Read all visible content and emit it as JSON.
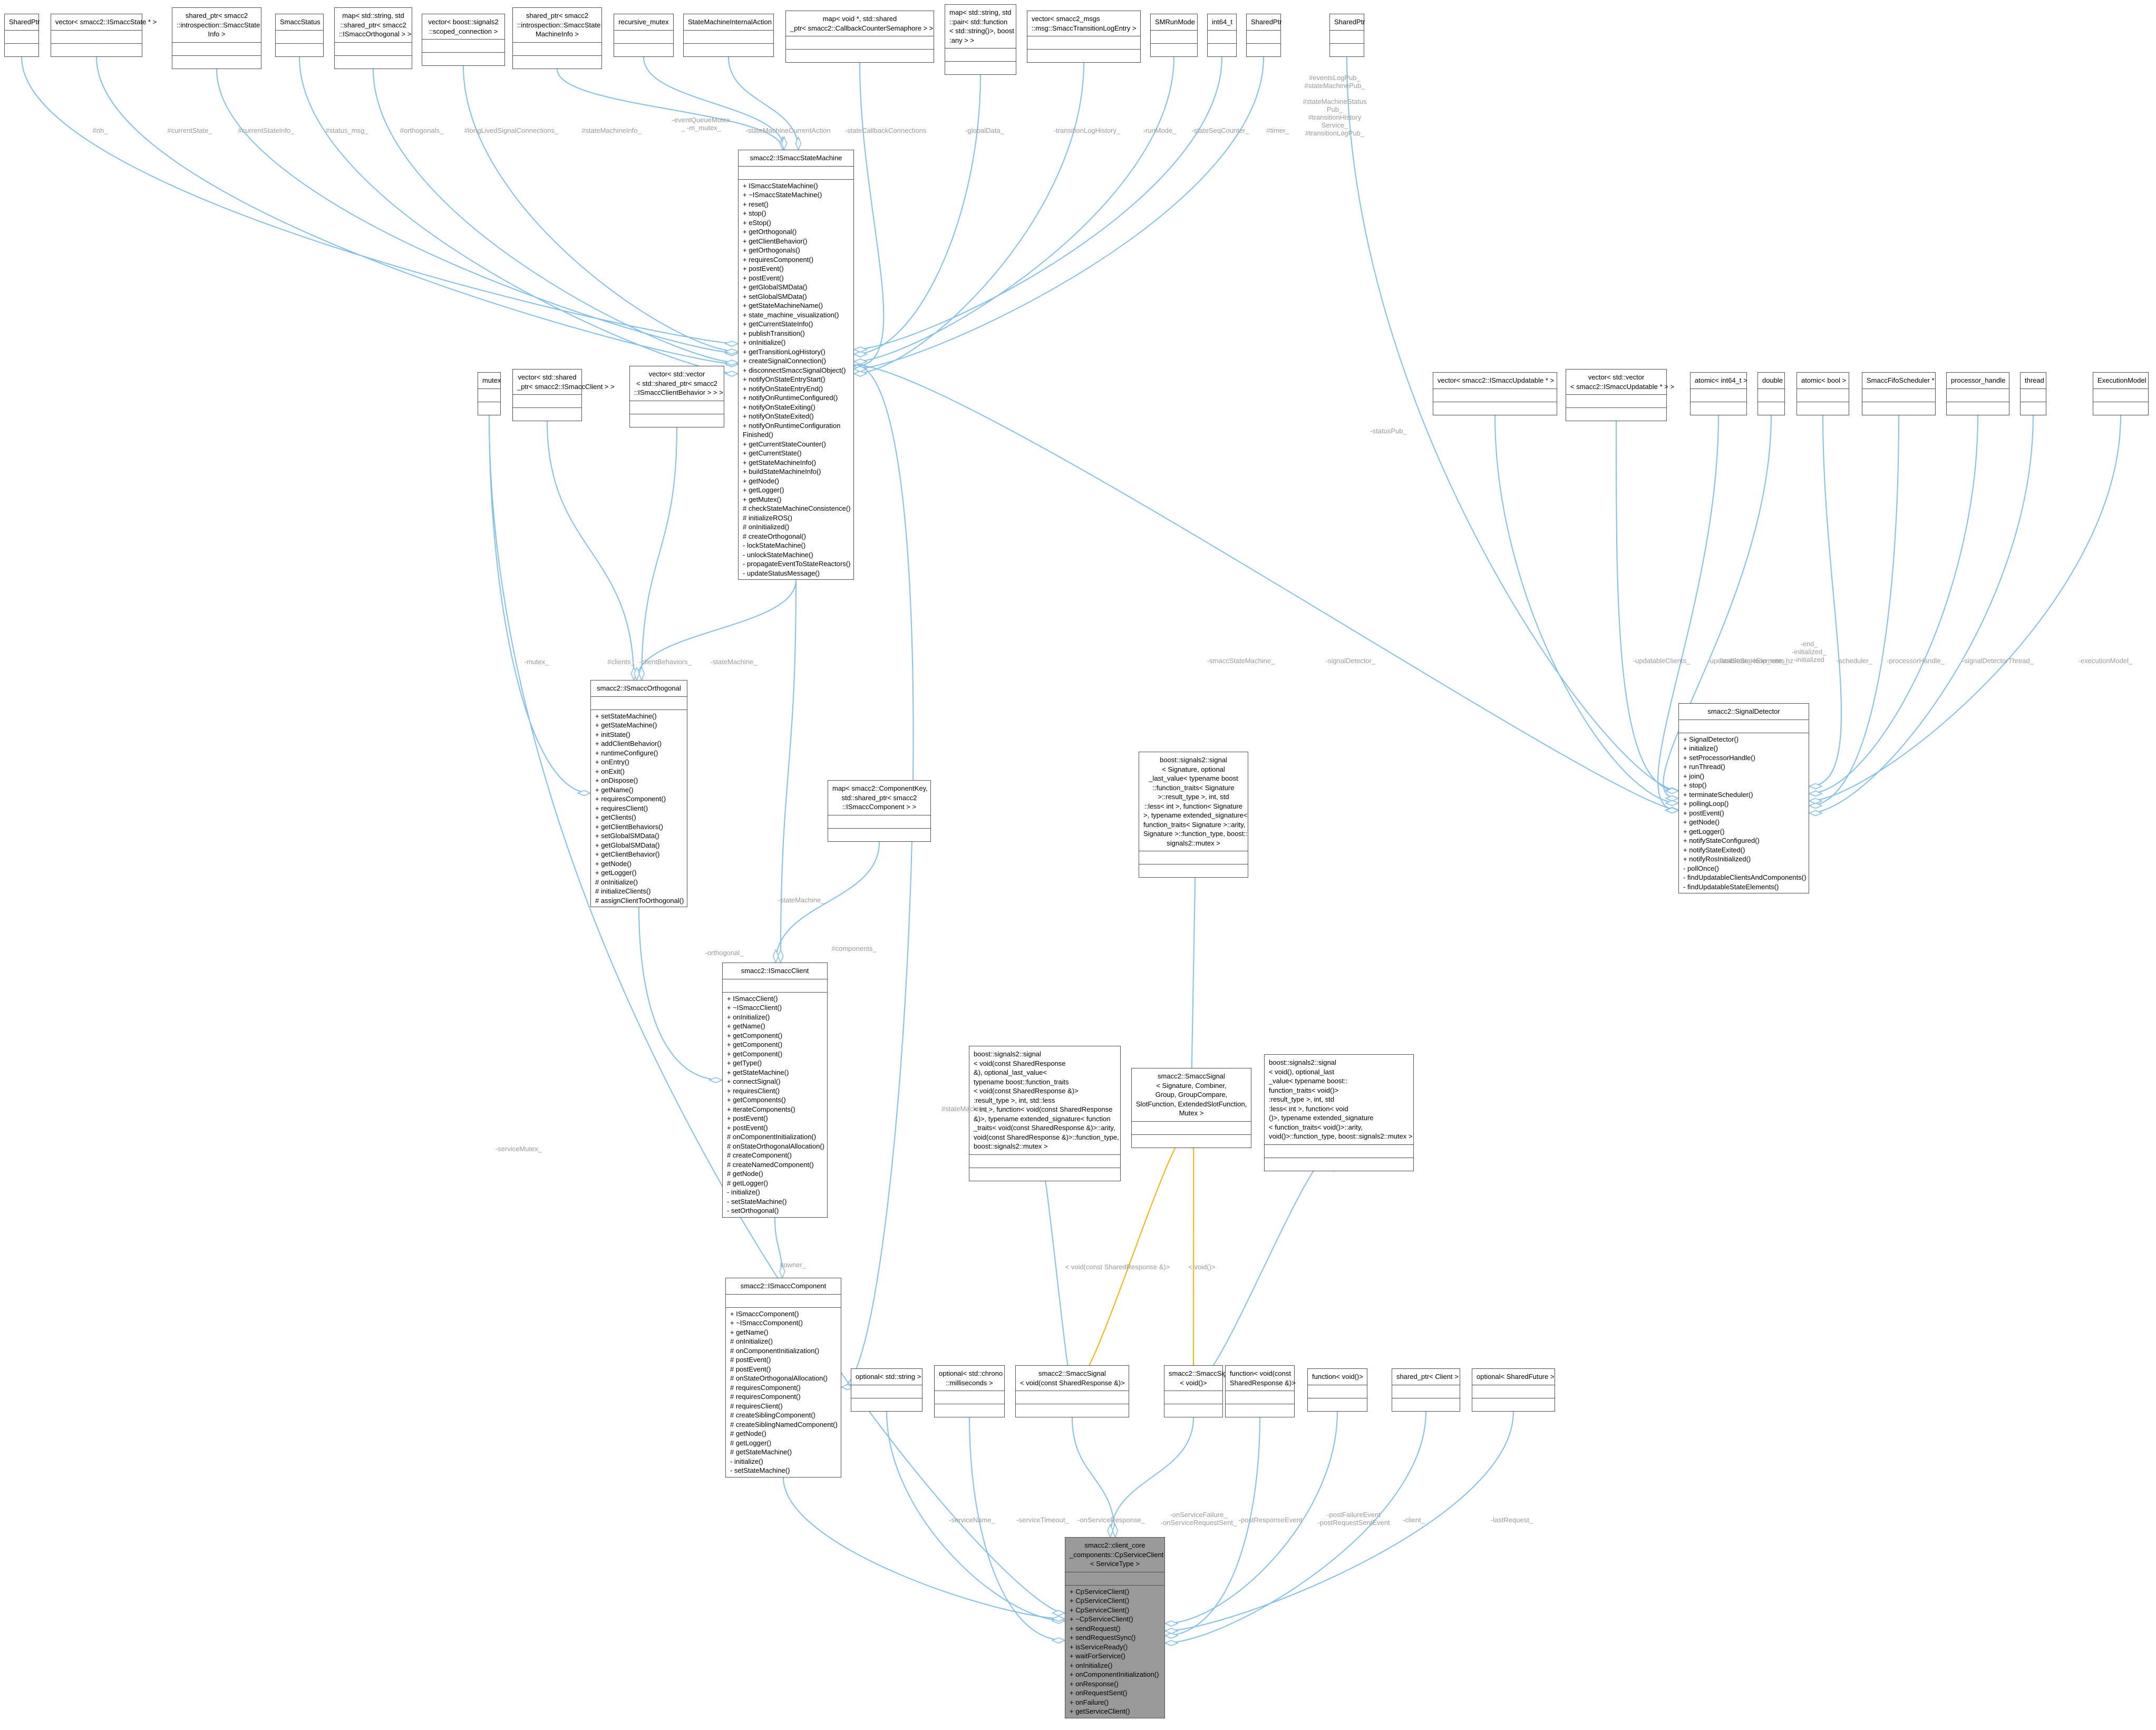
{
  "nodes": [
    {
      "id": "sp1",
      "title": [
        "SharedPtr"
      ],
      "attrs": [],
      "methods": []
    },
    {
      "id": "vecState",
      "title": [
        "vector< smacc2::ISmaccState * >"
      ],
      "attrs": [],
      "methods": []
    },
    {
      "id": "spStateInfo",
      "title": [
        "shared_ptr< smacc2",
        "::introspection::SmaccState",
        "Info >"
      ],
      "attrs": [],
      "methods": []
    },
    {
      "id": "status",
      "title": [
        "SmaccStatus"
      ],
      "attrs": [],
      "methods": []
    },
    {
      "id": "mapOrth",
      "title": [
        "map< std::string, std",
        "::shared_ptr< smacc2",
        "::ISmaccOrthogonal > >"
      ],
      "attrs": [],
      "methods": []
    },
    {
      "id": "vecConn",
      "title": [
        "vector< boost::signals2",
        "::scoped_connection >"
      ],
      "attrs": [],
      "methods": []
    },
    {
      "id": "spSMInfo",
      "title": [
        "shared_ptr< smacc2",
        "::introspection::SmaccState",
        "MachineInfo >"
      ],
      "attrs": [],
      "methods": []
    },
    {
      "id": "recMutex",
      "title": [
        "recursive_mutex"
      ],
      "attrs": [],
      "methods": []
    },
    {
      "id": "smInternal",
      "title": [
        "StateMachineInternalAction"
      ],
      "attrs": [],
      "methods": []
    },
    {
      "id": "mapSem",
      "title": [
        "map< void *, std::shared",
        "_ptr< smacc2::CallbackCounterSemaphore > >"
      ],
      "attrs": [],
      "methods": []
    },
    {
      "id": "mapGlobal",
      "title": [
        "map< std::string, std",
        "::pair< std::function",
        "< std::string()>, boost",
        ":any > >"
      ],
      "attrs": [],
      "methods": []
    },
    {
      "id": "vecLog",
      "title": [
        "vector< smacc2_msgs",
        "::msg::SmaccTransitionLogEntry >"
      ],
      "attrs": [],
      "methods": []
    },
    {
      "id": "runMode",
      "title": [
        "SMRunMode"
      ],
      "attrs": [],
      "methods": []
    },
    {
      "id": "int64a",
      "title": [
        "int64_t"
      ],
      "attrs": [],
      "methods": []
    },
    {
      "id": "sp2",
      "title": [
        "SharedPtr"
      ],
      "attrs": [],
      "methods": []
    },
    {
      "id": "sp3",
      "title": [
        "SharedPtr"
      ],
      "attrs": [],
      "methods": []
    },
    {
      "id": "sm",
      "title": [
        "smacc2::ISmaccStateMachine"
      ],
      "attrs": [],
      "methods": [
        "+ ISmaccStateMachine()",
        "+ ~ISmaccStateMachine()",
        "+ reset()",
        "+ stop()",
        "+ eStop()",
        "+ getOrthogonal()",
        "+ getClientBehavior()",
        "+ getOrthogonals()",
        "+ requiresComponent()",
        "+ postEvent()",
        "+ postEvent()",
        "+ getGlobalSMData()",
        "+ setGlobalSMData()",
        "+ getStateMachineName()",
        "+ state_machine_visualization()",
        "+ getCurrentStateInfo()",
        "+ publishTransition()",
        "+ onInitialize()",
        "+ getTransitionLogHistory()",
        "+ createSignalConnection()",
        "+ disconnectSmaccSignalObject()",
        "+ notifyOnStateEntryStart()",
        "+ notifyOnStateEntryEnd()",
        "+ notifyOnRuntimeConfigured()",
        "+ notifyOnStateExiting()",
        "+ notifyOnStateExited()",
        "+ notifyOnRuntimeConfiguration",
        "   Finished()",
        "+ getCurrentStateCounter()",
        "+ getCurrentState()",
        "+ getStateMachineInfo()",
        "+ buildStateMachineInfo()",
        "+ getNode()",
        "+ getLogger()",
        "+ getMutex()",
        "# checkStateMachineConsistence()",
        "# initializeROS()",
        "# onInitialized()",
        "# createOrthogonal()",
        "- lockStateMachine()",
        "- unlockStateMachine()",
        "- propagateEventToStateReactors()",
        "- updateStatusMessage()"
      ]
    },
    {
      "id": "mutex",
      "title": [
        "mutex"
      ],
      "attrs": [],
      "methods": []
    },
    {
      "id": "vecClient",
      "title": [
        "vector< std::shared",
        "_ptr< smacc2::ISmaccClient > >"
      ],
      "attrs": [],
      "methods": []
    },
    {
      "id": "vecBehav",
      "title": [
        "vector< std::vector",
        "< std::shared_ptr< smacc2",
        "::ISmaccClientBehavior > > >"
      ],
      "attrs": [],
      "methods": []
    },
    {
      "id": "orth",
      "title": [
        "smacc2::ISmaccOrthogonal"
      ],
      "attrs": [],
      "methods": [
        "+ setStateMachine()",
        "+ getStateMachine()",
        "+ initState()",
        "+ addClientBehavior()",
        "+ runtimeConfigure()",
        "+ onEntry()",
        "+ onExit()",
        "+ onDispose()",
        "+ getName()",
        "+ requiresComponent()",
        "+ requiresClient()",
        "+ getClients()",
        "+ getClientBehaviors()",
        "+ setGlobalSMData()",
        "+ getGlobalSMData()",
        "+ getClientBehavior()",
        "+ getNode()",
        "+ getLogger()",
        "# onInitialize()",
        "# initializeClients()",
        "# assignClientToOrthogonal()"
      ]
    },
    {
      "id": "mapComp",
      "title": [
        "map< smacc2::ComponentKey,",
        "std::shared_ptr< smacc2",
        "::ISmaccComponent > >"
      ],
      "attrs": [],
      "methods": []
    },
    {
      "id": "client",
      "title": [
        "smacc2::ISmaccClient"
      ],
      "attrs": [],
      "methods": [
        "+ ISmaccClient()",
        "+ ~ISmaccClient()",
        "+ onInitialize()",
        "+ getName()",
        "+ getComponent()",
        "+ getComponent()",
        "+ getComponent()",
        "+ getType()",
        "+ getStateMachine()",
        "+ connectSignal()",
        "+ requiresClient()",
        "+ getComponents()",
        "+ iterateComponents()",
        "+ postEvent()",
        "+ postEvent()",
        "# onComponentInitialization()",
        "# onStateOrthogonalAllocation()",
        "# createComponent()",
        "# createNamedComponent()",
        "# getNode()",
        "# getLogger()",
        "- initialize()",
        "- setStateMachine()",
        "- setOrthogonal()"
      ]
    },
    {
      "id": "comp",
      "title": [
        "smacc2::ISmaccComponent"
      ],
      "attrs": [],
      "methods": [
        "+ ISmaccComponent()",
        "+ ~ISmaccComponent()",
        "+ getName()",
        "# onInitialize()",
        "# onComponentInitialization()",
        "# postEvent()",
        "# postEvent()",
        "# onStateOrthogonalAllocation()",
        "# requiresComponent()",
        "# requiresComponent()",
        "# requiresClient()",
        "# createSiblingComponent()",
        "# createSiblingNamedComponent()",
        "# getNode()",
        "# getLogger()",
        "# getStateMachine()",
        "- initialize()",
        "- setStateMachine()"
      ]
    },
    {
      "id": "sigBoost1",
      "title": [
        "boost::signals2::signal",
        "< Signature, optional",
        "_last_value< typename boost",
        "::function_traits< Signature",
        ">::result_type >, int, std",
        "::less< int >, function< Signature",
        ">, typename extended_signature<",
        "function_traits< Signature >::arity,",
        "Signature >::function_type, boost::",
        "signals2::mutex >"
      ],
      "attrs": [],
      "methods": []
    },
    {
      "id": "vecUpd",
      "title": [
        "vector< smacc2::ISmaccUpdatable * >"
      ],
      "attrs": [],
      "methods": []
    },
    {
      "id": "vecVecUpd",
      "title": [
        "vector< std::vector",
        "< smacc2::ISmaccUpdatable * > >"
      ],
      "attrs": [],
      "methods": []
    },
    {
      "id": "atomInt",
      "title": [
        "atomic< int64_t >"
      ],
      "attrs": [],
      "methods": []
    },
    {
      "id": "double",
      "title": [
        "double"
      ],
      "attrs": [],
      "methods": []
    },
    {
      "id": "atomBool",
      "title": [
        "atomic< bool >"
      ],
      "attrs": [],
      "methods": []
    },
    {
      "id": "fifo",
      "title": [
        "SmaccFifoScheduler *"
      ],
      "attrs": [],
      "methods": []
    },
    {
      "id": "procH",
      "title": [
        "processor_handle"
      ],
      "attrs": [],
      "methods": []
    },
    {
      "id": "thread",
      "title": [
        "thread"
      ],
      "attrs": [],
      "methods": []
    },
    {
      "id": "execModel",
      "title": [
        "ExecutionModel"
      ],
      "attrs": [],
      "methods": []
    },
    {
      "id": "detector",
      "title": [
        "smacc2::SignalDetector"
      ],
      "attrs": [],
      "methods": [
        "+ SignalDetector()",
        "+ initialize()",
        "+ setProcessorHandle()",
        "+ runThread()",
        "+ join()",
        "+ stop()",
        "+ terminateScheduler()",
        "+ pollingLoop()",
        "+ postEvent()",
        "+ getNode()",
        "+ getLogger()",
        "+ notifyStateConfigured()",
        "+ notifyStateExited()",
        "+ notifyRosInitialized()",
        "- pollOnce()",
        "- findUpdatableClientsAndComponents()",
        "- findUpdatableStateElements()"
      ]
    },
    {
      "id": "sigBoost2",
      "title": [
        "boost::signals2::signal",
        "< void(const SharedResponse",
        "&), optional_last_value<",
        "typename boost::function_traits",
        "< void(const SharedResponse &)>",
        ":result_type >, int, std::less",
        "< int >, function< void(const SharedResponse",
        "&)>, typename extended_signature< function",
        "_traits< void(const SharedResponse &)>::arity,",
        "void(const SharedResponse &)>::function_type,",
        "boost::signals2::mutex >"
      ],
      "attrs": [],
      "methods": []
    },
    {
      "id": "smaccSig",
      "title": [
        "smacc2::SmaccSignal",
        "< Signature, Combiner,",
        "Group, GroupCompare,",
        "SlotFunction, ExtendedSlotFunction,",
        "Mutex >"
      ],
      "attrs": [],
      "methods": []
    },
    {
      "id": "sigBoost3",
      "title": [
        "boost::signals2::signal",
        "< void(), optional_last",
        "_value< typename boost::",
        "function_traits< void()>",
        ":result_type >, int, std",
        ":less< int >, function< void",
        "()>, typename extended_signature",
        "< function_traits< void()>::arity,",
        "void()>::function_type, boost::signals2::mutex >"
      ],
      "attrs": [],
      "methods": []
    },
    {
      "id": "optStr",
      "title": [
        "optional< std::string >"
      ],
      "attrs": [],
      "methods": []
    },
    {
      "id": "optMs",
      "title": [
        "optional< std::chrono",
        "::milliseconds >"
      ],
      "attrs": [],
      "methods": []
    },
    {
      "id": "sigResp",
      "title": [
        "smacc2::SmaccSignal",
        "< void(const SharedResponse &)>"
      ],
      "attrs": [],
      "methods": []
    },
    {
      "id": "sigVoid",
      "title": [
        "smacc2::SmaccSignal",
        "< void()>"
      ],
      "attrs": [],
      "methods": []
    },
    {
      "id": "funcResp",
      "title": [
        "function< void(const",
        "SharedResponse &)>"
      ],
      "attrs": [],
      "methods": []
    },
    {
      "id": "funcVoid",
      "title": [
        "function< void()>"
      ],
      "attrs": [],
      "methods": []
    },
    {
      "id": "spClient",
      "title": [
        "shared_ptr< Client >"
      ],
      "attrs": [],
      "methods": []
    },
    {
      "id": "optFut",
      "title": [
        "optional< SharedFuture >"
      ],
      "attrs": [],
      "methods": []
    },
    {
      "id": "cp",
      "title": [
        "smacc2::client_core",
        "_components::CpServiceClient",
        "< ServiceType >"
      ],
      "attrs": [],
      "methods": [
        "+ CpServiceClient()",
        "+ CpServiceClient()",
        "+ CpServiceClient()",
        "+ ~CpServiceClient()",
        "+ sendRequest()",
        "+ sendRequestSync()",
        "+ isServiceReady()",
        "+ waitForService()",
        "+ onInitialize()",
        "+ onComponentInitialization()",
        "+ onResponse()",
        "+ onRequestSent()",
        "+ onFailure()",
        "+ getServiceClient()"
      ]
    }
  ],
  "edge_labels": [
    {
      "id": "l_sp1",
      "lines": [
        "#nh_"
      ]
    },
    {
      "id": "l_vecState",
      "lines": [
        "#currentState_"
      ]
    },
    {
      "id": "l_spStateInfo",
      "lines": [
        "#currentStateInfo_"
      ]
    },
    {
      "id": "l_status",
      "lines": [
        "#status_msg_"
      ]
    },
    {
      "id": "l_mapOrth",
      "lines": [
        "#orthogonals_"
      ]
    },
    {
      "id": "l_vecConn",
      "lines": [
        "#longLivedSignalConnections_"
      ]
    },
    {
      "id": "l_spSMInfo",
      "lines": [
        "#stateMachineInfo_"
      ]
    },
    {
      "id": "l_recMutex",
      "lines": [
        "-eventQueueMutex",
        "_ -m_mutex_"
      ]
    },
    {
      "id": "l_smInternal",
      "lines": [
        "-stateMachineCurrentAction"
      ]
    },
    {
      "id": "l_mapSem",
      "lines": [
        "-stateCallbackConnections"
      ]
    },
    {
      "id": "l_mapGlobal",
      "lines": [
        "-globalData_"
      ]
    },
    {
      "id": "l_vecLog",
      "lines": [
        "-transitionLogHistory_"
      ]
    },
    {
      "id": "l_runMode",
      "lines": [
        "-runMode_"
      ]
    },
    {
      "id": "l_int64a",
      "lines": [
        "-stateSeqCounter_"
      ]
    },
    {
      "id": "l_sp2",
      "lines": [
        "#timer_"
      ]
    },
    {
      "id": "l_sp3",
      "lines": [
        "#eventsLogPub_",
        "#stateMachinePub_",
        "",
        "#stateMachineStatus",
        "Pub_",
        "#transitionHistory",
        "Service_",
        "#transitionLogPub_"
      ]
    },
    {
      "id": "l_statusPub",
      "lines": [
        "-statusPub_"
      ]
    },
    {
      "id": "l_mutexOrth",
      "lines": [
        "-mutex_"
      ]
    },
    {
      "id": "l_clients",
      "lines": [
        "#clients_"
      ]
    },
    {
      "id": "l_clientBehaviors",
      "lines": [
        "-clientBehaviors_"
      ]
    },
    {
      "id": "l_smOrth",
      "lines": [
        "-stateMachine_"
      ]
    },
    {
      "id": "l_smClient",
      "lines": [
        "-stateMachine_"
      ]
    },
    {
      "id": "l_components",
      "lines": [
        "#components_"
      ]
    },
    {
      "id": "l_orthogonal",
      "lines": [
        "-orthogonal_"
      ]
    },
    {
      "id": "l_smComp",
      "lines": [
        "#stateMachine_"
      ]
    },
    {
      "id": "l_owner",
      "lines": [
        "#owner_"
      ]
    },
    {
      "id": "l_serviceMutex",
      "lines": [
        "-serviceMutex_"
      ]
    },
    {
      "id": "l_smDet",
      "lines": [
        "-smaccStateMachine_"
      ]
    },
    {
      "id": "l_sigDet",
      "lines": [
        "-signalDetector_"
      ]
    },
    {
      "id": "l_updClients",
      "lines": [
        "-updatableClients_"
      ]
    },
    {
      "id": "l_updStates",
      "lines": [
        "-updatableStateElements_"
      ]
    },
    {
      "id": "l_lastState",
      "lines": [
        "-lastState_"
      ]
    },
    {
      "id": "l_loopRate",
      "lines": [
        "-loop_rate_hz"
      ]
    },
    {
      "id": "l_end",
      "lines": [
        "-end_",
        "-initialized_",
        "-initialized"
      ]
    },
    {
      "id": "l_scheduler",
      "lines": [
        "-scheduler_"
      ]
    },
    {
      "id": "l_procH",
      "lines": [
        "-processorHandle_"
      ]
    },
    {
      "id": "l_thread",
      "lines": [
        "-signalDetectorThread_"
      ]
    },
    {
      "id": "l_exec",
      "lines": [
        "-executionModel_"
      ]
    },
    {
      "id": "l_tpl1",
      "lines": [
        "< void(const SharedResponse &)>"
      ]
    },
    {
      "id": "l_tpl2",
      "lines": [
        "< void()>"
      ]
    },
    {
      "id": "l_serviceName",
      "lines": [
        "-serviceName_"
      ]
    },
    {
      "id": "l_serviceTimeout",
      "lines": [
        "-serviceTimeout_"
      ]
    },
    {
      "id": "l_onResp",
      "lines": [
        "-onServiceResponse_"
      ]
    },
    {
      "id": "l_onFail",
      "lines": [
        "-onServiceFailure_",
        "-onServiceRequestSent_"
      ]
    },
    {
      "id": "l_postResp",
      "lines": [
        "-postResponseEvent"
      ]
    },
    {
      "id": "l_postFail",
      "lines": [
        "-postFailureEvent",
        "-postRequestSentEvent"
      ]
    },
    {
      "id": "l_client",
      "lines": [
        "-client_"
      ]
    },
    {
      "id": "l_lastReq",
      "lines": [
        "-lastRequest_"
      ]
    }
  ],
  "colors": {
    "edge": "#7fc0ee",
    "template_edge": "#f5b400",
    "label": "#9a9a9a",
    "focus_fill": "#999999",
    "border": "#505050"
  }
}
